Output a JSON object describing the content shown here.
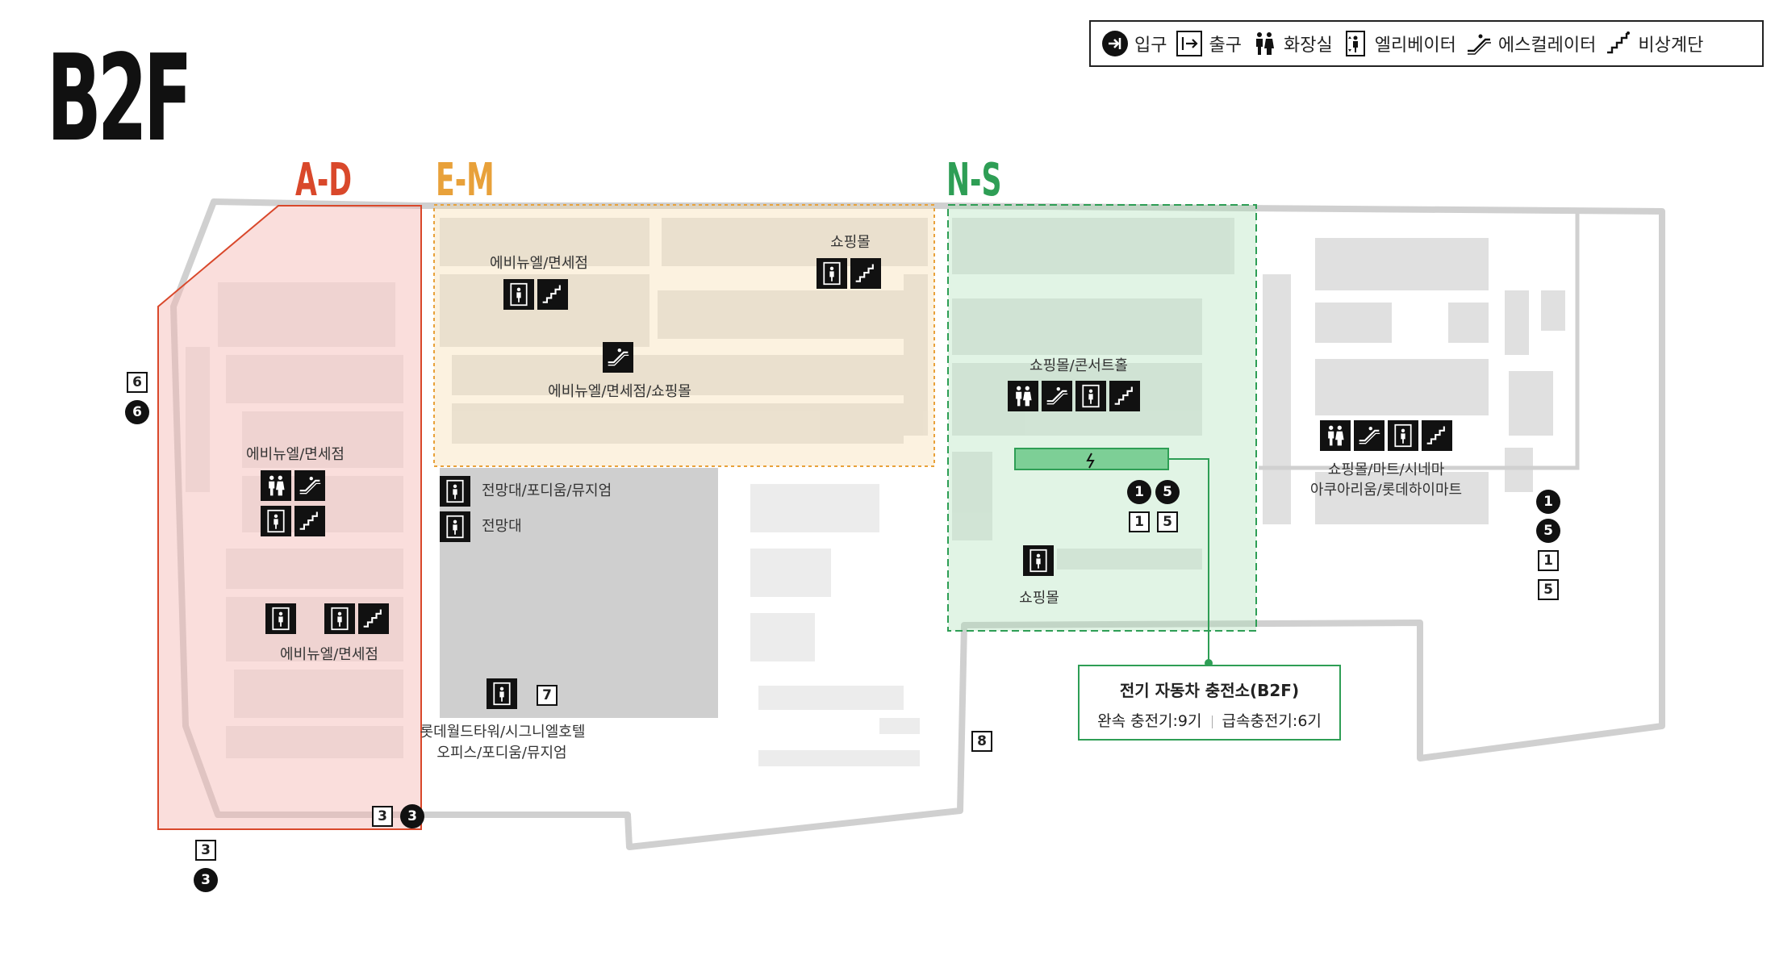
{
  "floor": "B2F",
  "legend": {
    "entrance": "입구",
    "exit": "출구",
    "restroom": "화장실",
    "elevator": "엘리베이터",
    "escalator": "에스컬레이터",
    "emergency_stairs": "비상계단"
  },
  "zones": {
    "ad": {
      "label": "A-D",
      "color": "#d9482b"
    },
    "em": {
      "label": "E-M",
      "color": "#e8a13a"
    },
    "ns": {
      "label": "N-S",
      "color": "#2e9e55"
    }
  },
  "labels": {
    "ad_avenuel_1": "에비뉴엘/면세점",
    "ad_avenuel_2": "에비뉴엘/면세점",
    "em_avenuel": "에비뉴엘/면세점",
    "em_shopping": "쇼핑몰",
    "em_avenuel_mall": "에비뉴엘/면세점/쇼핑몰",
    "tower_observatory_podium": "전망대/포디움/뮤지엄",
    "tower_observatory": "전망대",
    "tower_world": "롯데월드타워/시그니엘호텔",
    "tower_office": "오피스/포디움/뮤지엄",
    "ns_mall_concert": "쇼핑몰/콘서트홀",
    "ns_mall": "쇼핑몰",
    "mall_mart": "쇼핑몰/마트/시네마",
    "aquarium": "아쿠아리움/롯데하이마트"
  },
  "gates": {
    "left_6_box": "6",
    "left_6_circ": "6",
    "bottom_3_box": "3",
    "bottom_3_circ": "3",
    "lower_3_box": "3",
    "lower_3_circ": "3",
    "tower_7": "7",
    "gate_8": "8",
    "ns_1_circ": "1",
    "ns_5_circ": "5",
    "ns_1_box": "1",
    "ns_5_box": "5",
    "right_1_circ": "1",
    "right_5_circ": "5",
    "right_1_box": "1",
    "right_5_box": "5"
  },
  "ev_charging": {
    "title": "전기 자동차 충전소(B2F)",
    "slow": "완속 충전기:9기",
    "fast": "급속충전기:6기"
  },
  "colors": {
    "ev_bar": "#7dcf96",
    "ev_line": "#2e9e55"
  }
}
